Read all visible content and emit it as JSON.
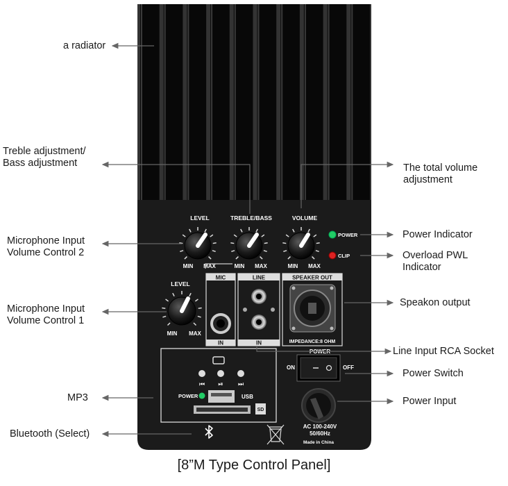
{
  "callouts": {
    "radiator": "a radiator",
    "treble_bass": [
      "Treble adjustment/",
      "Bass adjustment"
    ],
    "total_volume": [
      "The total volume",
      "adjustment"
    ],
    "mic2": [
      "Microphone Input",
      "Volume Control 2"
    ],
    "power_indicator": "Power Indicator",
    "overload": [
      "Overload PWL",
      "Indicator"
    ],
    "mic1": [
      "Microphone Input",
      "Volume Control 1"
    ],
    "speakon": "Speakon output",
    "line_input": "Line Input RCA Socket",
    "power_switch": "Power Switch",
    "mp3": "MP3",
    "power_input": "Power Input",
    "bluetooth": "Bluetooth (Select)"
  },
  "panel": {
    "knob_level": "LEVEL",
    "knob_treble_bass": "TREBLE/BASS",
    "knob_volume": "VOLUME",
    "min": "MIN",
    "max": "MAX",
    "led_power": "POWER",
    "led_clip": "CLIP",
    "mic": "MIC",
    "line": "LINE",
    "in": "IN",
    "speaker_out": "SPEAKER OUT",
    "impedance": "IMPEDANCE:8 OHM",
    "switch_title": "POWER",
    "on": "ON",
    "off": "OFF",
    "mp3_power": "POWER",
    "usb": "USB",
    "sd": "SD",
    "ac_1": "AC 100-240V",
    "ac_2": "50/60Hz",
    "made_in": "Made in China"
  },
  "caption": "[8”M Type Control Panel]",
  "colors": {
    "panel": "#1b1b1b",
    "fin": "#080808",
    "fin_gap": "#555555",
    "led_power": "#22cc66",
    "led_clip": "#dd2222"
  }
}
